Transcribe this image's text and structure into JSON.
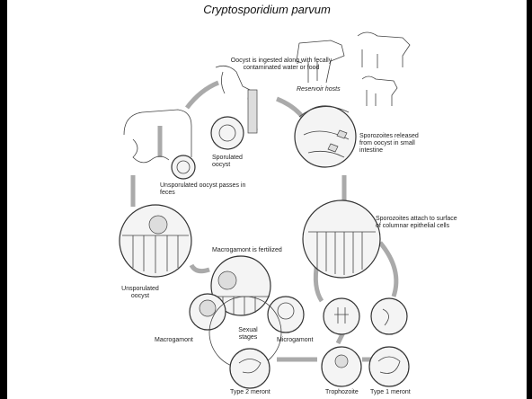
{
  "title": "Cryptosporidium parvum",
  "labels": {
    "ingestion": "Oocyst is ingested along with fecally contaminated water or food",
    "reservoir_hosts": "Reservoir hosts",
    "sporozoites_released": "Sporozoites released from oocyst in small intestine",
    "sporulated_oocyst": "Sporulated oocyst",
    "unsporulated_passes": "Unsporulated oocyst passes in feces",
    "sporozoites_attach": "Sporozoites attach to surface of columnar epithelial cells",
    "macrogamont_fertilized": "Macrogamont is fertilized",
    "unsporulated_oocyst": "Unsporulated oocyst",
    "macrogamont": "Macrogamont",
    "sexual_stages": "Sexual stages",
    "microgamont": "Microgamont",
    "type2_meront": "Type 2 meront",
    "trophozoite": "Trophozoite",
    "type1_meront": "Type 1 meront"
  }
}
